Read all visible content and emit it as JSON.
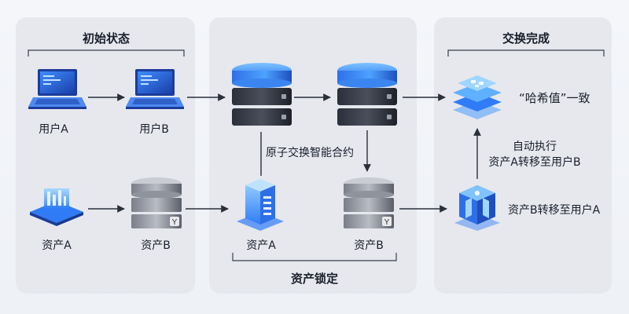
{
  "sections": {
    "initial": {
      "title": "初始状态"
    },
    "exchange_done": {
      "title": "交换完成"
    },
    "asset_lock": {
      "title": "资产锁定"
    }
  },
  "nodes": {
    "user_a": "用户A",
    "user_b": "用户B",
    "asset_a_left": "资产A",
    "asset_b_left": "资产B",
    "asset_a_mid": "资产A",
    "asset_b_mid": "资产B",
    "contract": "原子交换智能合约",
    "hash_match": "“哈希值”一致",
    "auto_exec_line1": "自动执行",
    "auto_exec_line2": "资产A转移至用户B",
    "b_to_a": "资产B转移至用户A"
  },
  "colors": {
    "accent_blue": "#2f7cf6",
    "dark_blue": "#173a8f",
    "gray_server": "#5b5f69",
    "arrow": "#2a2f3a"
  },
  "icons": {
    "user_a": "laptop-icon",
    "user_b": "laptop-icon",
    "server": "server-stack-icon",
    "asset_a": "isometric-chip-icon",
    "asset_b": "gray-server-y-icon",
    "hash": "stacked-layers-icon",
    "transfer": "blue-node-icon"
  }
}
